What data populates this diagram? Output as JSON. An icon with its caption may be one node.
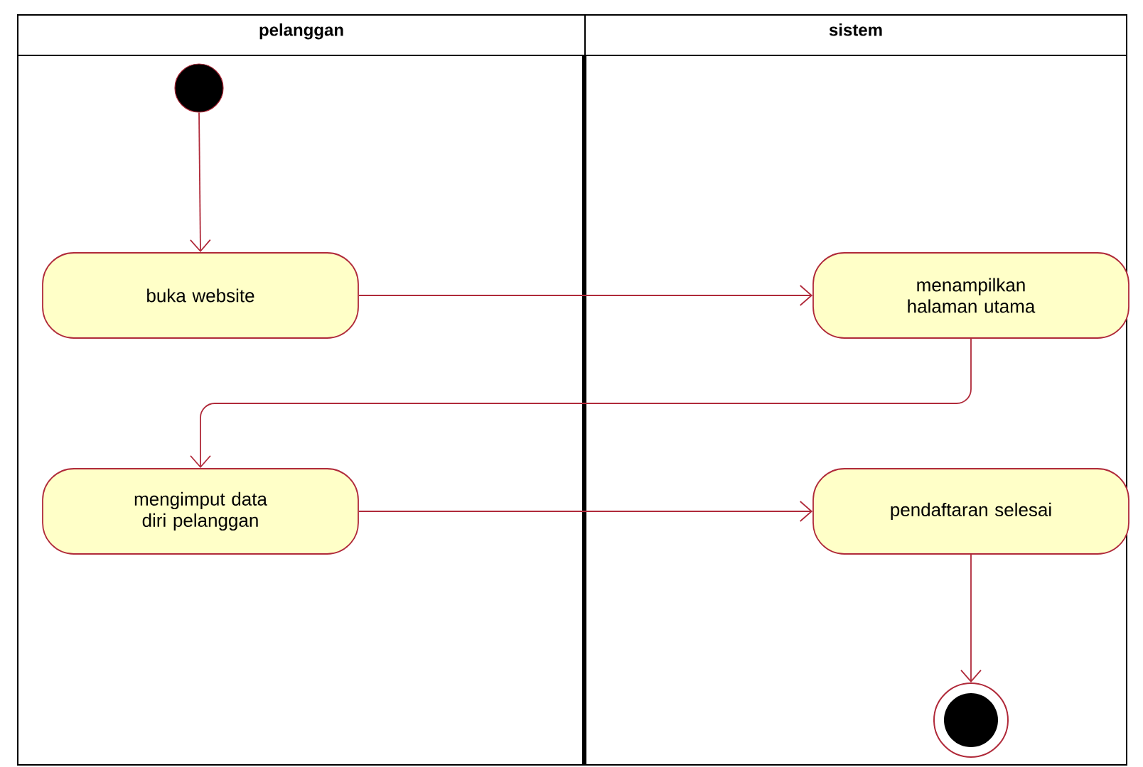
{
  "diagram": {
    "nodes": [
      {
        "text": [
          "pelanggan"
        ]
      },
      {
        "text": [
          "sistem"
        ]
      },
      {
        "text": [],
        "shape": "circle",
        "in": 0
      },
      {
        "text": [
          "buka website"
        ],
        "in": 0
      },
      {
        "text": [
          "menampilkan halaman utama"
        ],
        "in": 1
      },
      {
        "text": [
          "mengimput data diri pelanggan"
        ],
        "in": 0
      },
      {
        "text": [
          "pendaftaran selesai"
        ],
        "in": 1
      },
      {
        "text": [],
        "shape": "bullseye",
        "in": 1
      }
    ],
    "edges": [
      {
        "from": 2,
        "to": 3,
        "arrow": "to"
      },
      {
        "from": 3,
        "to": 4,
        "arrow": "to"
      },
      {
        "from": 4,
        "to": 5,
        "arrow": "to"
      },
      {
        "from": 5,
        "to": 6,
        "arrow": "to"
      },
      {
        "from": 6,
        "to": 7,
        "arrow": "to"
      }
    ]
  }
}
